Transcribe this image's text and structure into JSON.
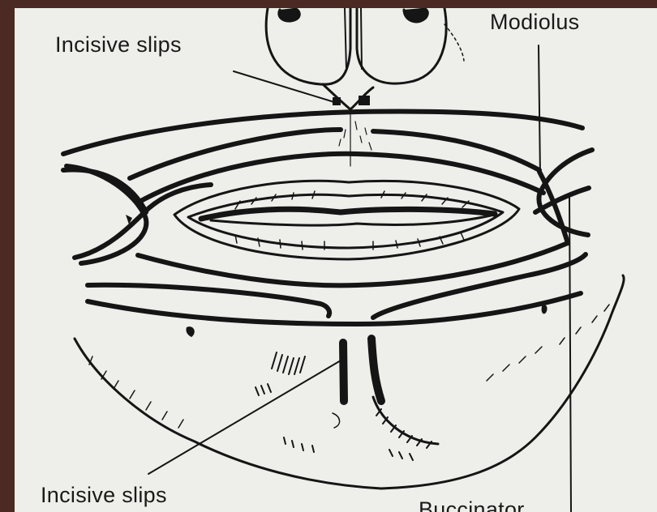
{
  "labels": {
    "incisive_slips_upper": "Incisive slips",
    "modiolus": "Modiolus",
    "incisive_slips_lower": "Incisive slips",
    "buccinator_partial": "Buccinator"
  },
  "colors": {
    "frame": "#4a2a22",
    "paper": "#eeeeea",
    "ink": "#151515"
  }
}
